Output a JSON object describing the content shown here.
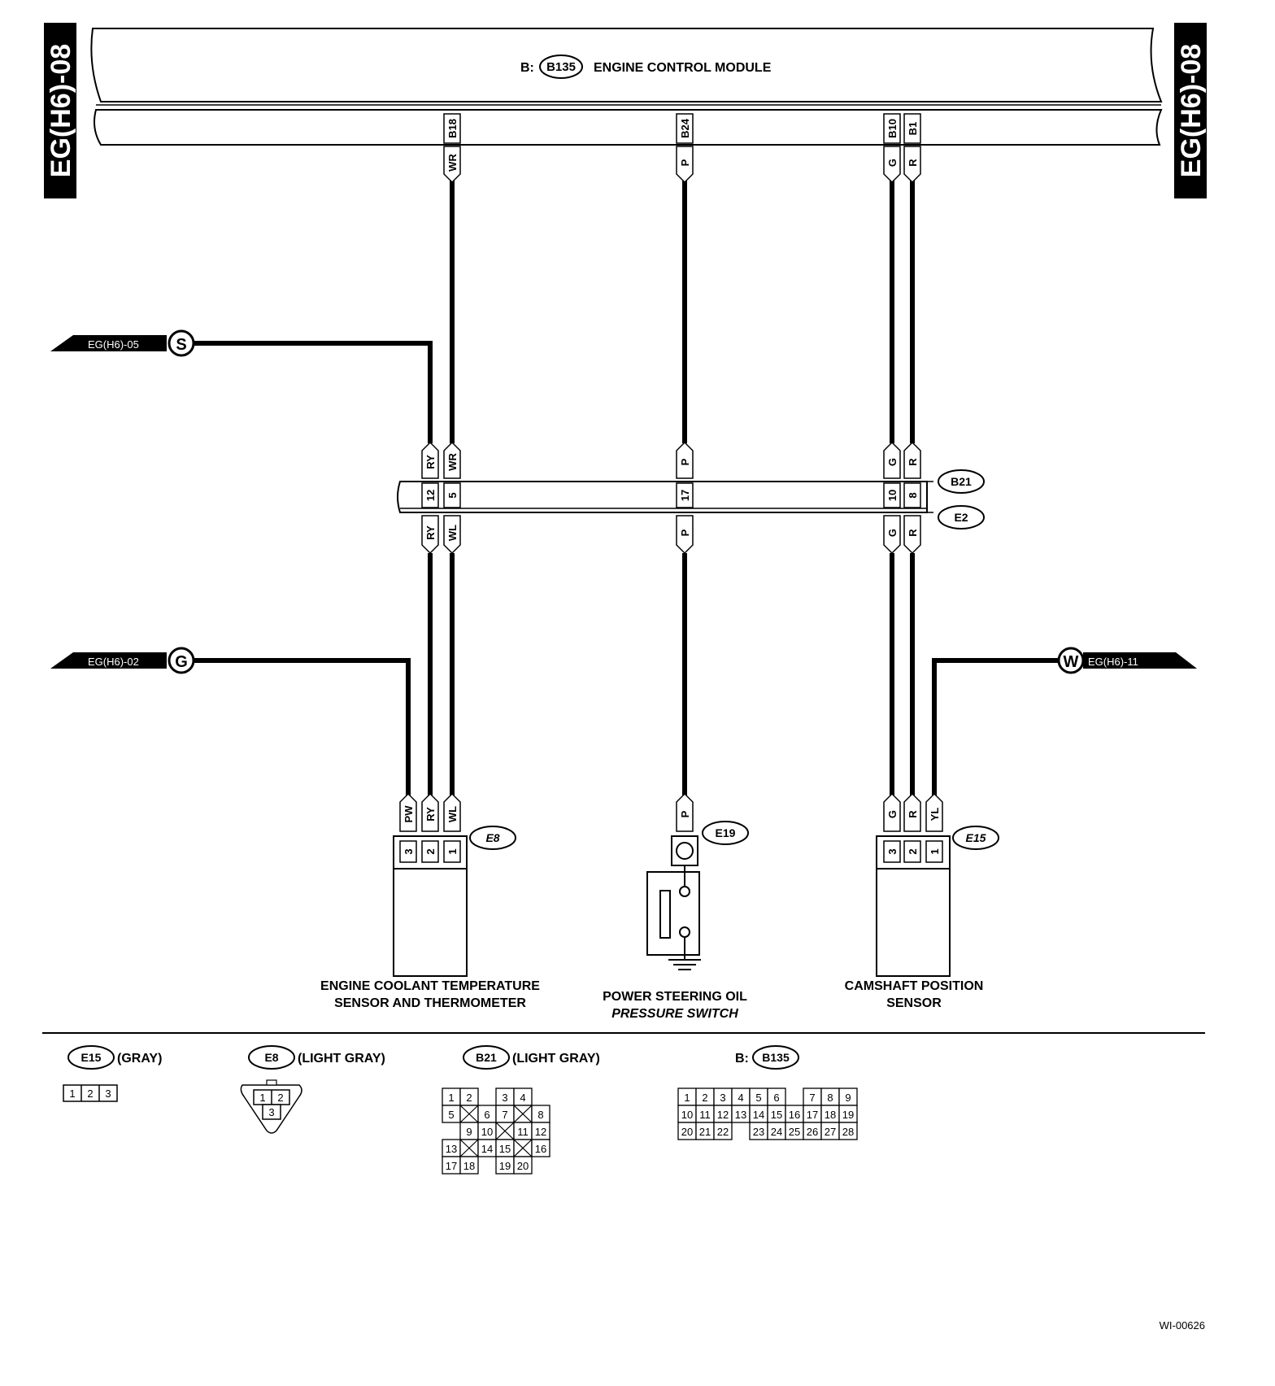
{
  "page_ref_left": "EG(H6)-08",
  "page_ref_right": "EG(H6)-08",
  "ecm": {
    "prefix": "B:",
    "connector": "B135",
    "title": "ENGINE CONTROL MODULE",
    "pins": [
      "B18",
      "B24",
      "B10",
      "B1"
    ],
    "wires": [
      "WR",
      "P",
      "G",
      "R"
    ]
  },
  "offpage": {
    "s_ref": "EG(H6)-05",
    "s_letter": "S",
    "g_ref": "EG(H6)-02",
    "g_letter": "G",
    "w_ref": "EG(H6)-11",
    "w_letter": "W"
  },
  "joint": {
    "upper_connector": "B21",
    "lower_connector": "E2",
    "pins": [
      "12",
      "5",
      "17",
      "10",
      "8"
    ],
    "upper_wires": [
      "RY",
      "WR",
      "P",
      "G",
      "R"
    ],
    "lower_wires": [
      "RY",
      "WL",
      "P",
      "G",
      "R"
    ]
  },
  "e8": {
    "connector": "E8",
    "wires": [
      "PW",
      "RY",
      "WL"
    ],
    "pins": [
      "3",
      "2",
      "1"
    ],
    "label_line1": "ENGINE COOLANT TEMPERATURE",
    "label_line2": "SENSOR AND THERMOMETER"
  },
  "e19": {
    "connector": "E19",
    "wire": "P",
    "label_line1": "POWER STEERING OIL",
    "label_line2": "PRESSURE SWITCH"
  },
  "e15": {
    "connector": "E15",
    "wires": [
      "G",
      "R",
      "YL"
    ],
    "pins": [
      "3",
      "2",
      "1"
    ],
    "label_line1": "CAMSHAFT POSITION",
    "label_line2": "SENSOR"
  },
  "connector_views": {
    "e15": {
      "id": "E15",
      "color": "(GRAY)",
      "pins": [
        "1",
        "2",
        "3"
      ]
    },
    "e8": {
      "id": "E8",
      "color": "(LIGHT GRAY)",
      "pins": [
        "1",
        "2",
        "3"
      ]
    },
    "b21": {
      "id": "B21",
      "color": "(LIGHT GRAY)",
      "rows": [
        [
          "1",
          "2",
          "",
          "3",
          "4"
        ],
        [
          "5",
          "X",
          "6",
          "7",
          "X",
          "8"
        ],
        [
          "9",
          "10",
          "X",
          "11",
          "12"
        ],
        [
          "13",
          "X",
          "14",
          "15",
          "X",
          "16"
        ],
        [
          "17",
          "18",
          "",
          "19",
          "20"
        ]
      ]
    },
    "b135": {
      "prefix": "B:",
      "id": "B135",
      "rows": [
        [
          "1",
          "2",
          "3",
          "4",
          "5",
          "6",
          "",
          "7",
          "8",
          "9"
        ],
        [
          "10",
          "11",
          "12",
          "13",
          "14",
          "15",
          "16",
          "17",
          "18",
          "19"
        ],
        [
          "20",
          "21",
          "22",
          "",
          "23",
          "24",
          "25",
          "26",
          "27",
          "28"
        ]
      ]
    }
  },
  "figure_id": "WI-00626"
}
